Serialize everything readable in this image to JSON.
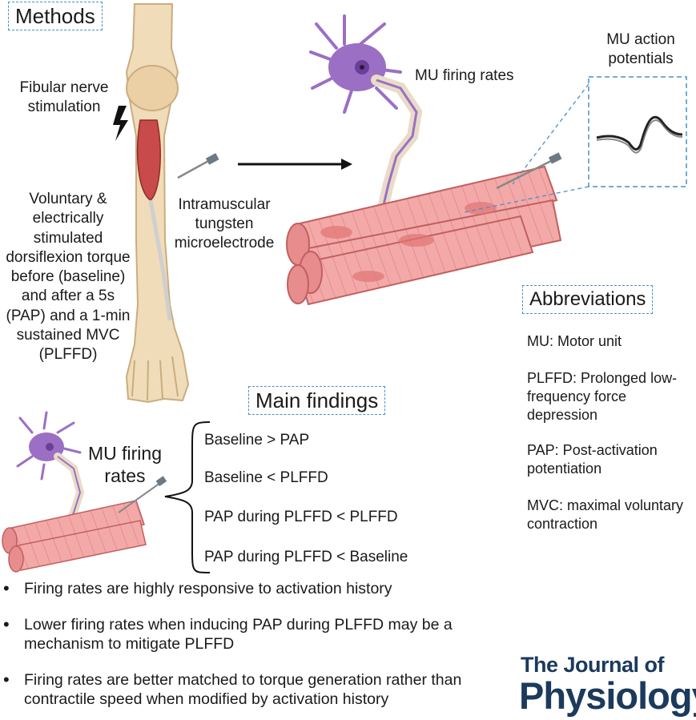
{
  "headings": {
    "methods": "Methods",
    "main_findings": "Main findings",
    "abbreviations": "Abbreviations"
  },
  "methods": {
    "stimulation": "Fibular nerve stimulation",
    "protocol": "Voluntary & electrically stimulated dorsiflexion torque before (baseline) and after a 5s (PAP) and a 1-min sustained MVC (PLFFD)",
    "electrode": "Intramuscular tungsten microelectrode",
    "firing_rates": "MU firing rates",
    "action_potentials": "MU action potentials"
  },
  "findings": {
    "label": "MU firing rates",
    "items": [
      "Baseline > PAP",
      "Baseline < PLFFD",
      "PAP during PLFFD < PLFFD",
      "PAP during PLFFD < Baseline"
    ]
  },
  "abbreviations": {
    "items": [
      "MU: Motor unit",
      "PLFFD: Prolonged low-frequency force depression",
      "PAP: Post-activation potentiation",
      "MVC: maximal voluntary contraction"
    ]
  },
  "conclusions": [
    "Firing rates are highly responsive to activation history",
    "Lower firing rates when inducing PAP during PLFFD may be a mechanism to mitigate PLFFD",
    "Firing rates are better matched to torque generation rather than contractile speed when modified by activation history"
  ],
  "journal": {
    "line1": "The Journal of",
    "line2": "Physiology"
  },
  "colors": {
    "dashed_box": "#4a90c8",
    "muscle": "#f0a0a0",
    "neuron": "#9b6fc4",
    "journal": "#1b3a5c"
  }
}
